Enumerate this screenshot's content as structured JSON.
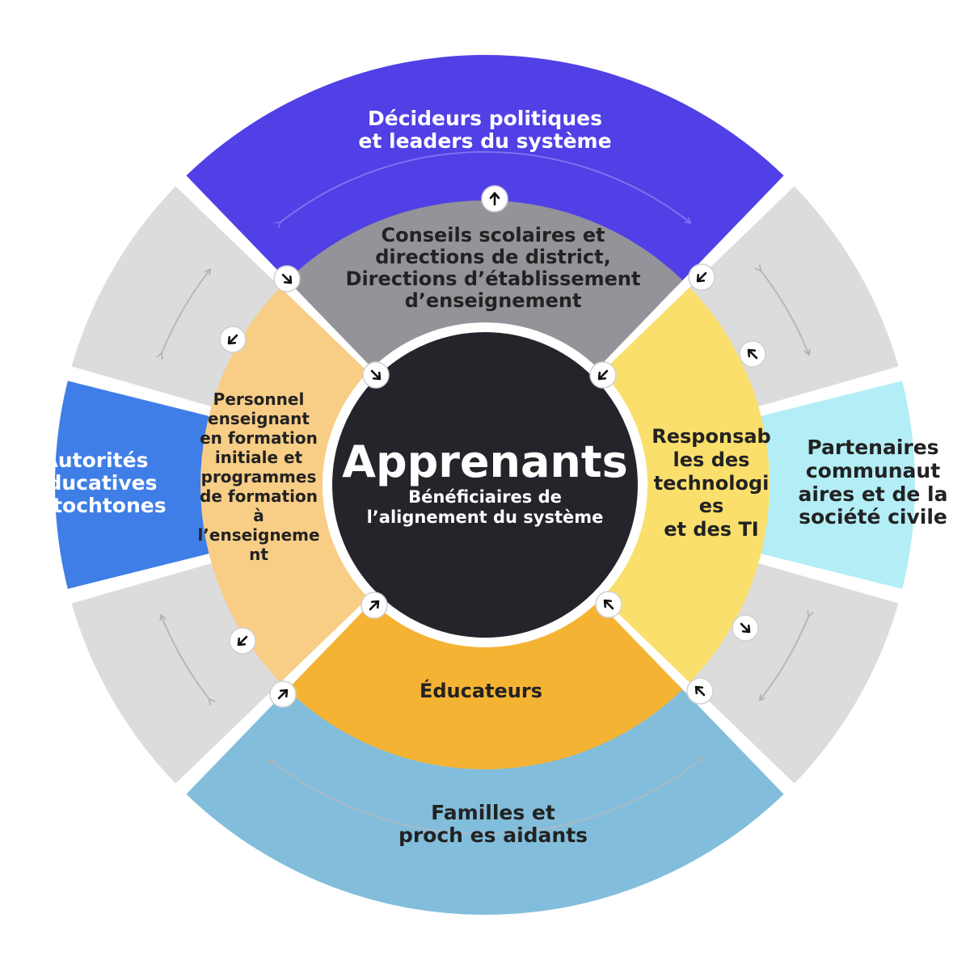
{
  "center": {
    "title": "Apprenants",
    "subtitle": "Bénéficiaires de\nl’alignement du système"
  },
  "outer_ring": {
    "top": "Décideurs politiques\net leaders du système",
    "left": "Autorités\néducatives\nautochtones",
    "right": "Partenaires\ncommunaut\naires et de la\nsociété civile",
    "bottom": "Familles et\nproch es aidants"
  },
  "inner_ring": {
    "top": "Conseils scolaires et\ndirections de district,\nDirections d’établissement\nd’enseignement",
    "left": "Personnel\nenseignant\nen formation\ninitiale et\nprogrammes\nde formation\nà\nl’enseigneme\nnt",
    "right": "Responsab\nles des\ntechnologi\nes\net des TI",
    "bottom": "Éducateurs"
  },
  "colors": {
    "top_outer": "#5040e6",
    "left_outer": "#3f7ee6",
    "right_outer": "#b3eef6",
    "bottom_outer": "#82bedc",
    "gray_outer": "#dcdcdc",
    "inner_top": "#939399",
    "inner_left": "#f8cd86",
    "inner_right": "#fadf6c",
    "inner_bottom": "#f5b334",
    "center": "#24242b"
  }
}
